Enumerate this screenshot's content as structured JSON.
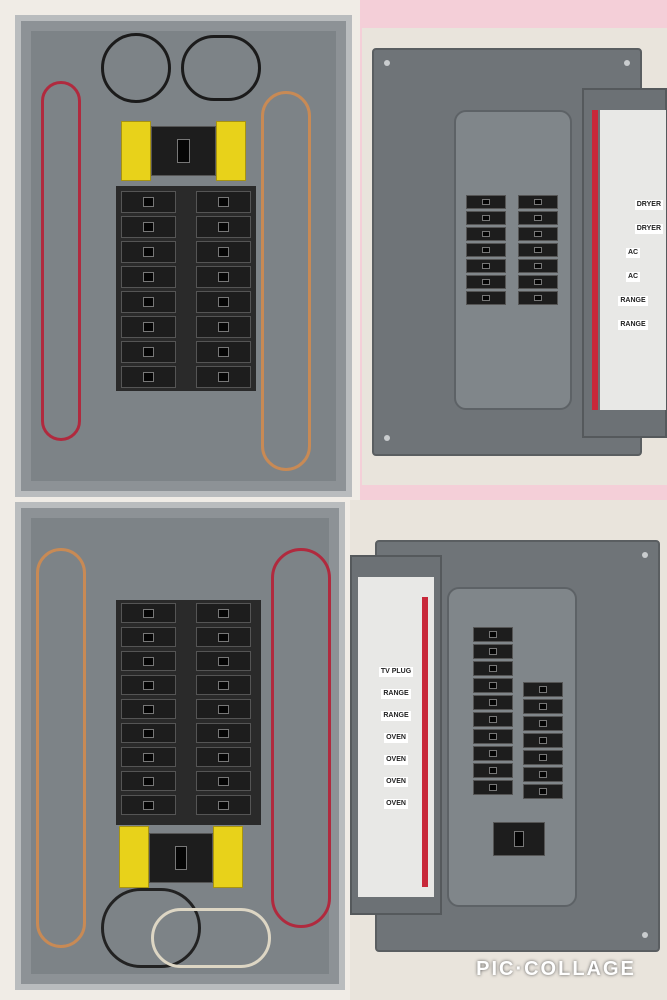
{
  "collage": {
    "watermark": "PIC·COLLAGE",
    "background_color": "#f4cfd8"
  },
  "photo_top_right": {
    "directory_labels": [
      "DRYER",
      "DRYER",
      "AC",
      "AC",
      "RANGE",
      "RANGE"
    ]
  },
  "photo_bottom_right": {
    "directory_labels": [
      "TV PLUG",
      "RANGE",
      "RANGE",
      "OVEN",
      "OVEN",
      "OVEN",
      "OVEN"
    ]
  },
  "colors": {
    "panel_gray": "#7d8387",
    "breaker_black": "#1d1d1d",
    "handle_yellow": "#e8d21a",
    "warning_red": "#c8283a"
  }
}
